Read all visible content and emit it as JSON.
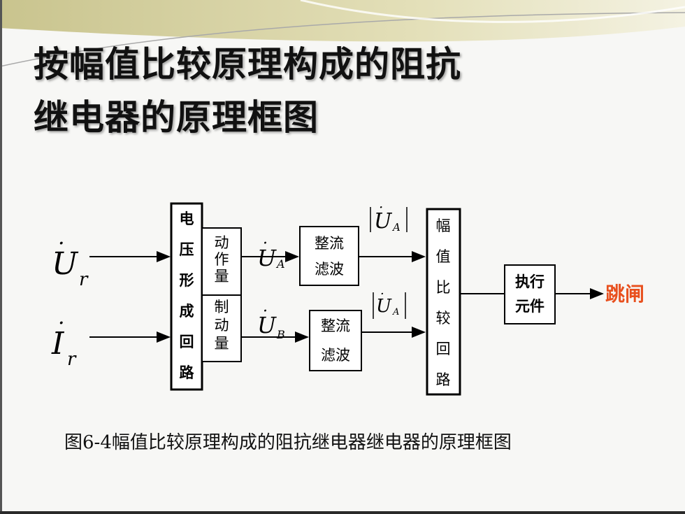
{
  "title": {
    "line1": "按幅值比较原理构成的阻抗",
    "line2": "继电器的原理框图"
  },
  "diagram": {
    "input_ur": {
      "base": "U",
      "sub": "r"
    },
    "input_ir": {
      "base": "I",
      "sub": "r"
    },
    "voltage_circuit": [
      "电",
      "压",
      "形",
      "成",
      "回",
      "路"
    ],
    "operate_qty": [
      "动",
      "作",
      "量"
    ],
    "restrain_qty": [
      "制",
      "动",
      "量"
    ],
    "ua": {
      "base": "U",
      "sub": "A"
    },
    "ub": {
      "base": "U",
      "sub": "B"
    },
    "rectifier_top": [
      "整流",
      "滤波"
    ],
    "rectifier_bottom": [
      "整流",
      "滤波"
    ],
    "abs_ua_top": {
      "base": "U",
      "sub": "A"
    },
    "abs_ua_bottom": {
      "base": "U",
      "sub": "A"
    },
    "compare_circuit": [
      "幅",
      "值",
      "比",
      "较",
      "回",
      "路"
    ],
    "executor": [
      "执行",
      "元件"
    ],
    "output": "跳闸"
  },
  "caption": "图6-4幅值比较原理构成的阻抗继电器继电器的原理框图",
  "colors": {
    "output": "#e8501e",
    "title_band": "#d8d3a0"
  }
}
